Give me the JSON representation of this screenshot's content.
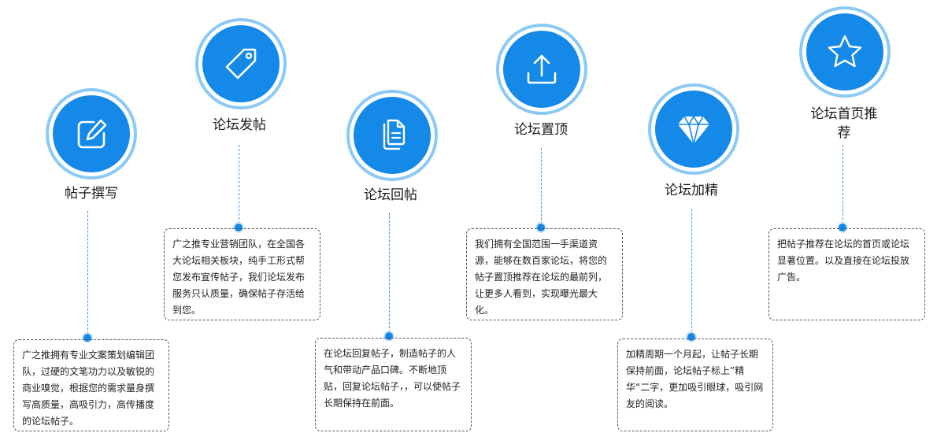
{
  "accent_color": "#1489e8",
  "ring_color": "#8ccaf5",
  "steps": [
    {
      "icon": "edit-icon",
      "title": "帖子撰写",
      "desc": "广之推拥有专业文案策划编辑团队，过硬的文笔功力以及敏锐的商业嗅觉，根据您的需求量身撰写高质量，高吸引力，高传播度的论坛帖子。"
    },
    {
      "icon": "tag-icon",
      "title": "论坛发帖",
      "desc": "广之推专业营销团队，在全国各大论坛相关板块，纯手工形式帮您发布宣传帖子，我们论坛发布服务只认质量，确保帖子存活给到您。"
    },
    {
      "icon": "documents-icon",
      "title": "论坛回帖",
      "desc": "在论坛回复帖子，制造帖子的人气和带动产品口碑。不断地顶贴，回复论坛帖子，，可以使帖子长期保持在前面。"
    },
    {
      "icon": "upload-icon",
      "title": "论坛置顶",
      "desc": "我们拥有全国范围一手渠道资源，能够在数百家论坛，将您的帖子置顶推荐在论坛的最前列，让更多人看到，实现曝光最大化。"
    },
    {
      "icon": "diamond-icon",
      "title": "论坛加精",
      "desc": "加精周期一个月起，让帖子长期保持前面，论坛帖子标上”精华“二字，更加吸引眼球，吸引网友的阅读。"
    },
    {
      "icon": "star-icon",
      "title": "论坛首页推荐",
      "desc": "把帖子推荐在论坛的首页或论坛显著位置。以及直接在论坛投放广告。"
    }
  ]
}
